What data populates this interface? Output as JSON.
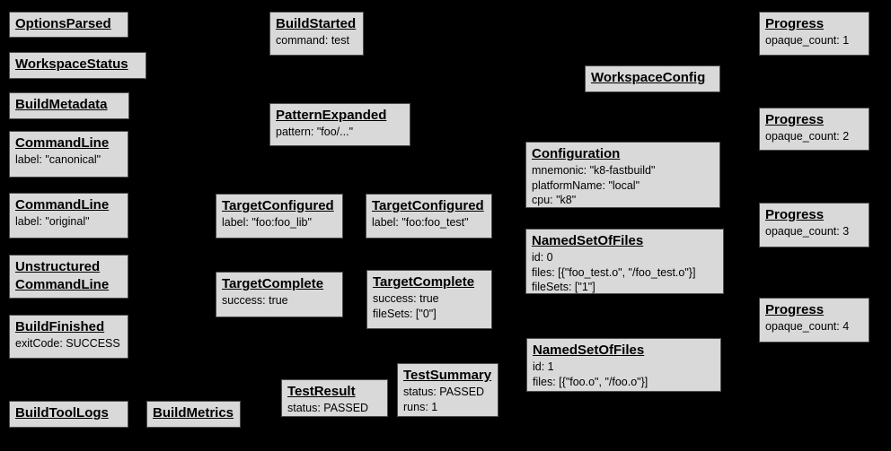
{
  "diagram": {
    "background_color": "#000000",
    "node_fill_color": "#d9d9d9",
    "node_border_color": "#4d4d4d",
    "node_text_color": "#000000"
  },
  "nodes": [
    {
      "title": "OptionsParsed",
      "attrs": []
    },
    {
      "title": "WorkspaceStatus",
      "attrs": []
    },
    {
      "title": "BuildMetadata",
      "attrs": []
    },
    {
      "title": "CommandLine",
      "attrs": [
        "label: \"canonical\""
      ]
    },
    {
      "title": "CommandLine",
      "attrs": [
        "label: \"original\""
      ]
    },
    {
      "title_lines": [
        "Unstructured",
        "CommandLine"
      ],
      "attrs": []
    },
    {
      "title": "BuildFinished",
      "attrs": [
        "exitCode: SUCCESS"
      ]
    },
    {
      "title": "BuildToolLogs",
      "attrs": []
    },
    {
      "title": "BuildMetrics",
      "attrs": []
    },
    {
      "title": "BuildStarted",
      "attrs": [
        "command: test"
      ]
    },
    {
      "title": "PatternExpanded",
      "attrs": [
        "pattern: \"foo/...\""
      ]
    },
    {
      "title": "TargetConfigured",
      "attrs": [
        "label: \"foo:foo_lib\""
      ]
    },
    {
      "title": "TargetConfigured",
      "attrs": [
        "label: \"foo:foo_test\""
      ]
    },
    {
      "title": "TargetComplete",
      "attrs": [
        "success: true"
      ]
    },
    {
      "title": "TargetComplete",
      "attrs": [
        "success: true",
        "fileSets: [\"0\"]"
      ]
    },
    {
      "title": "TestResult",
      "attrs": [
        "status: PASSED"
      ]
    },
    {
      "title": "TestSummary",
      "attrs": [
        "status: PASSED",
        "runs: 1"
      ]
    },
    {
      "title": "WorkspaceConfig",
      "attrs": []
    },
    {
      "title": "Configuration",
      "attrs": [
        "mnemonic: \"k8-fastbuild\"",
        "platformName: \"local\"",
        "cpu: \"k8\""
      ]
    },
    {
      "title": "NamedSetOfFiles",
      "attrs": [
        "id: 0",
        "files: [{\"foo_test.o\", \"/foo_test.o\"}]",
        "fileSets: [\"1\"]"
      ]
    },
    {
      "title": "NamedSetOfFiles",
      "attrs": [
        "id: 1",
        "files: [{\"foo.o\", \"/foo.o\"}]"
      ]
    },
    {
      "title": "Progress",
      "attrs": [
        "opaque_count: 1"
      ]
    },
    {
      "title": "Progress",
      "attrs": [
        "opaque_count: 2"
      ]
    },
    {
      "title": "Progress",
      "attrs": [
        "opaque_count: 3"
      ]
    },
    {
      "title": "Progress",
      "attrs": [
        "opaque_count: 4"
      ]
    }
  ]
}
